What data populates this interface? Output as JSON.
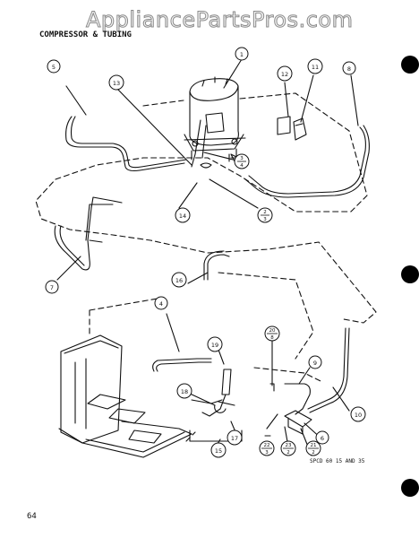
{
  "header": {
    "watermark": "AppliancePartsPros.com",
    "title": "COMPRESSOR & TUBING"
  },
  "footer": {
    "page_number": "64",
    "spec_note": "SPCD 60 15 AND 35"
  },
  "callouts": [
    {
      "id": "c1",
      "text": "1"
    },
    {
      "id": "c2",
      "text": "2",
      "sub": "3"
    },
    {
      "id": "c3",
      "text": "3",
      "sub": "4"
    },
    {
      "id": "c4",
      "text": "4"
    },
    {
      "id": "c5",
      "text": "5"
    },
    {
      "id": "c6",
      "text": "6"
    },
    {
      "id": "c7",
      "text": "7"
    },
    {
      "id": "c8",
      "text": "8"
    },
    {
      "id": "c9",
      "text": "9"
    },
    {
      "id": "c10",
      "text": "10"
    },
    {
      "id": "c11",
      "text": "11"
    },
    {
      "id": "c12",
      "text": "12"
    },
    {
      "id": "c13",
      "text": "13"
    },
    {
      "id": "c14",
      "text": "14"
    },
    {
      "id": "c15",
      "text": "15"
    },
    {
      "id": "c16",
      "text": "16"
    },
    {
      "id": "c17",
      "text": "17"
    },
    {
      "id": "c18",
      "text": "18"
    },
    {
      "id": "c19",
      "text": "19"
    },
    {
      "id": "c20",
      "text": "20",
      "sub": "8"
    },
    {
      "id": "c21",
      "text": "21",
      "sub": "2"
    },
    {
      "id": "c22",
      "text": "22",
      "sub": "3"
    },
    {
      "id": "c23",
      "text": "23",
      "sub": "2"
    }
  ]
}
